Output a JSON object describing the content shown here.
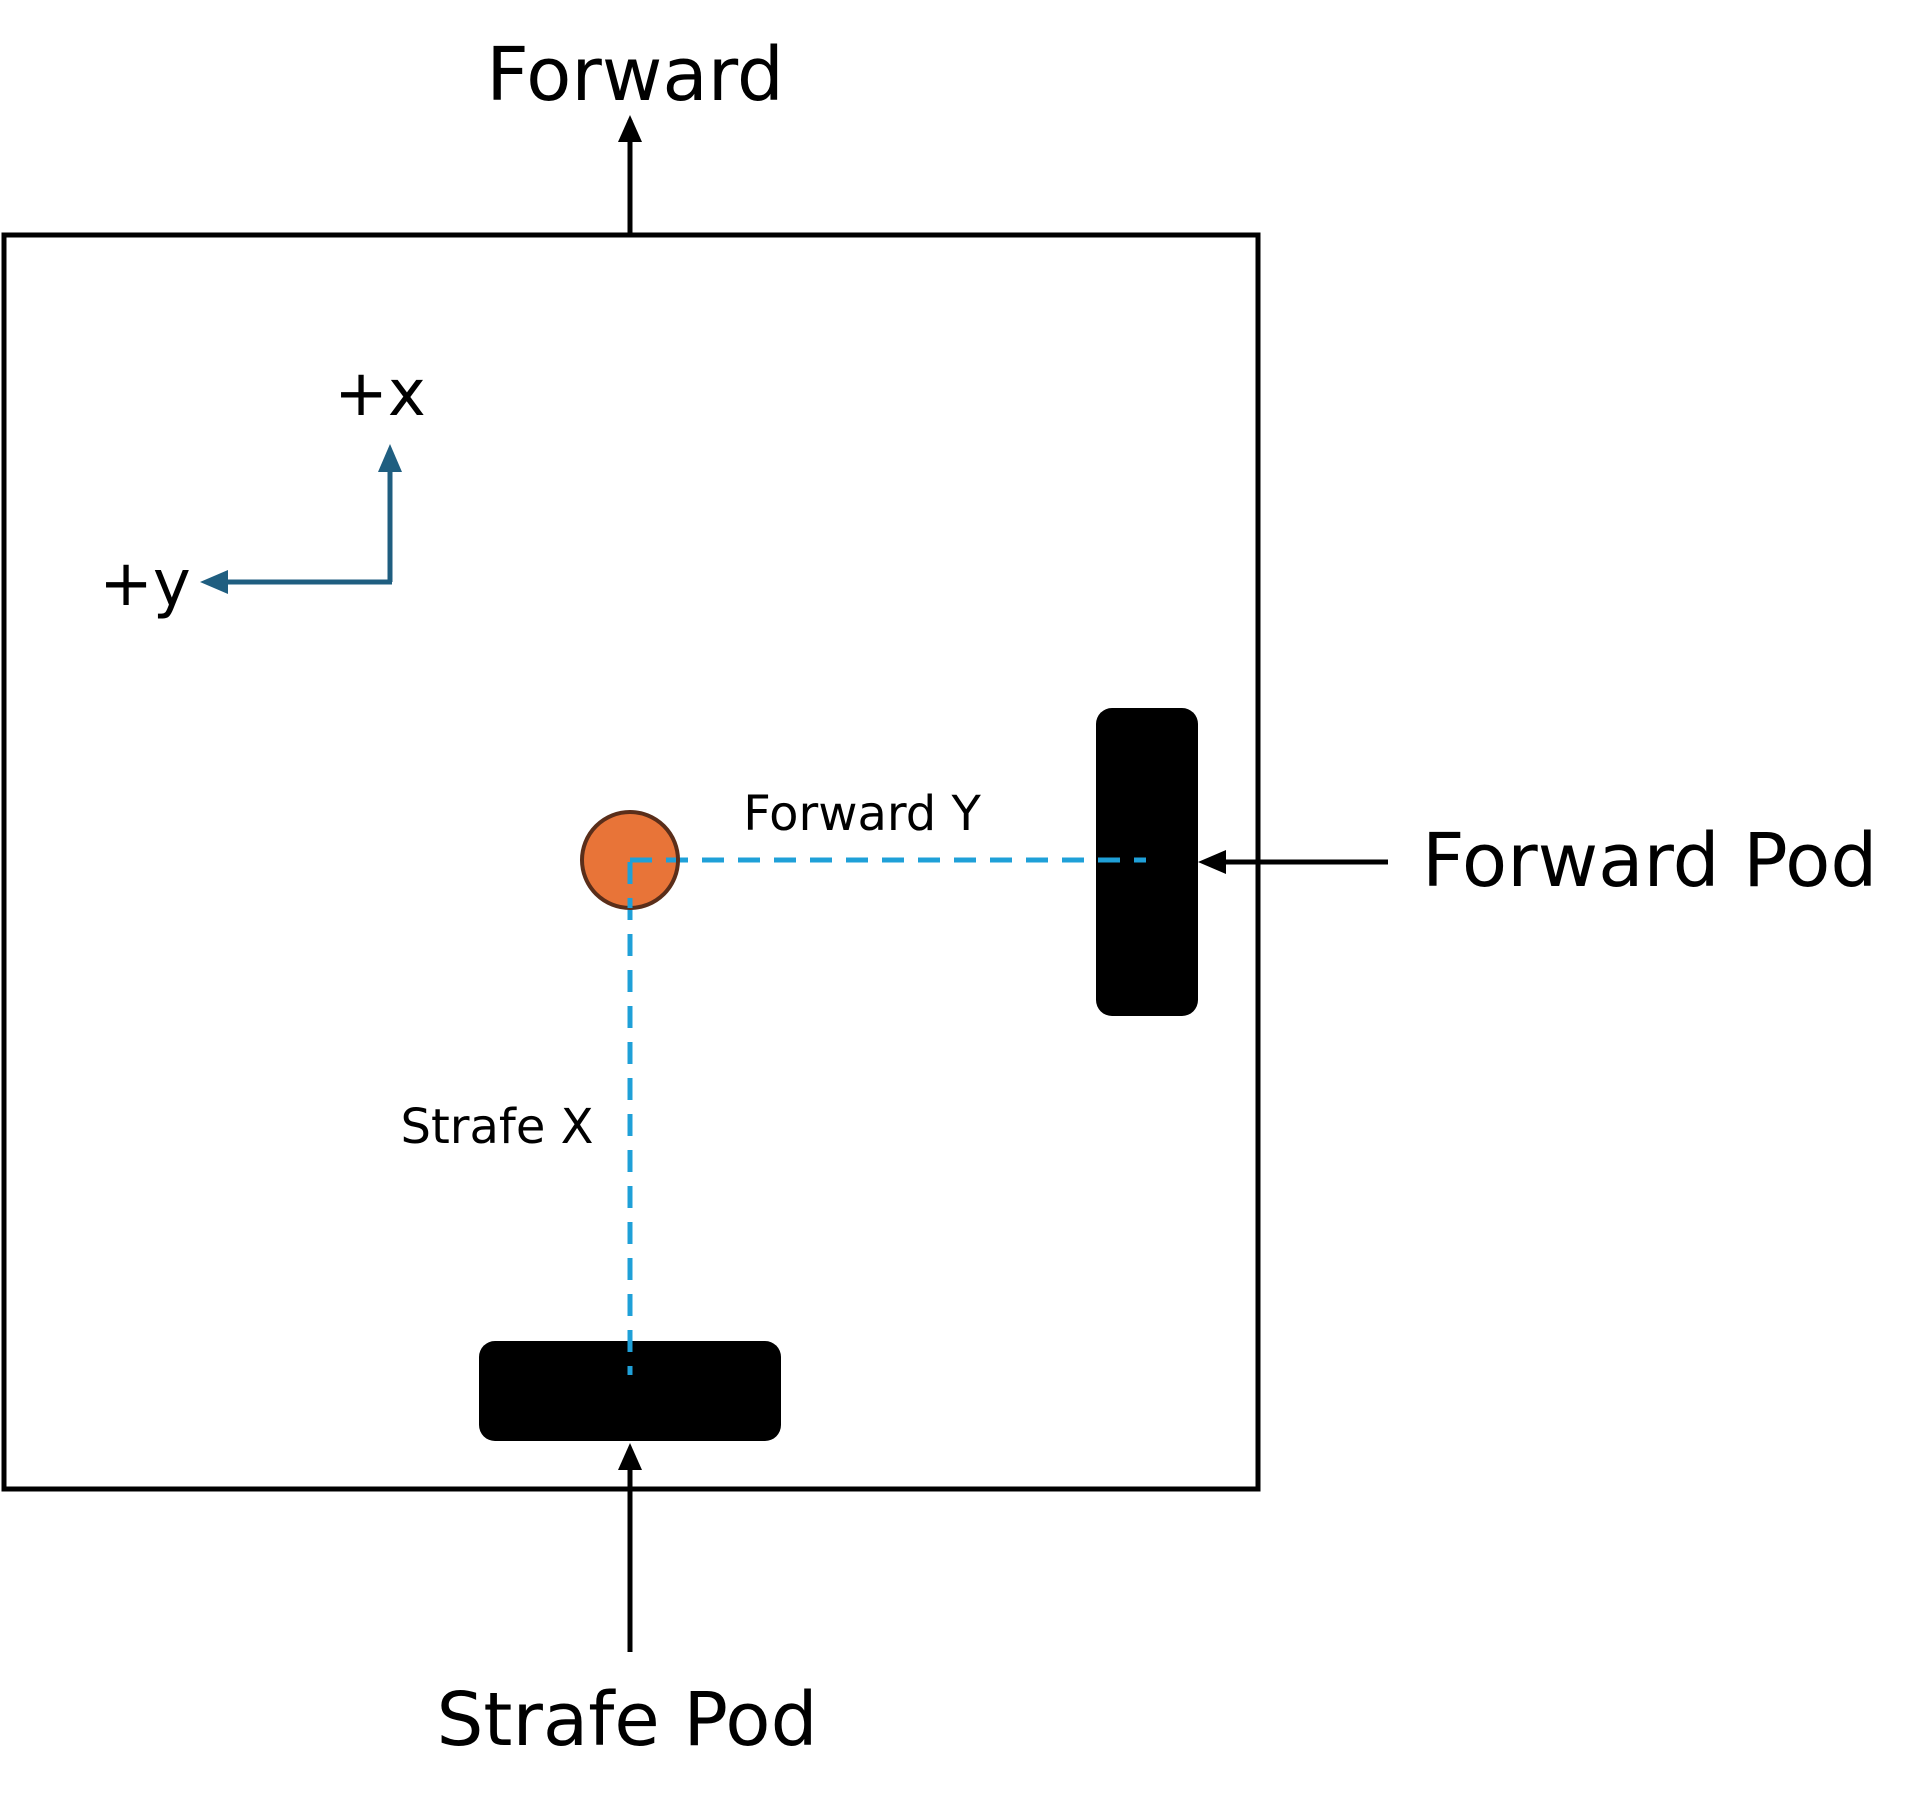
{
  "labels": {
    "forward": "Forward",
    "plus_x": "+x",
    "plus_y": "+y",
    "forward_y": "Forward Y",
    "strafe_x": "Strafe X",
    "forward_pod": "Forward Pod",
    "strafe_pod": "Strafe Pod"
  },
  "colors": {
    "outline": "#000000",
    "pod": "#000000",
    "axis_arrow": "#1f5e80",
    "offset_line": "#1fa0d8",
    "center_fill": "#e87438",
    "center_stroke": "#5a2e1a"
  }
}
